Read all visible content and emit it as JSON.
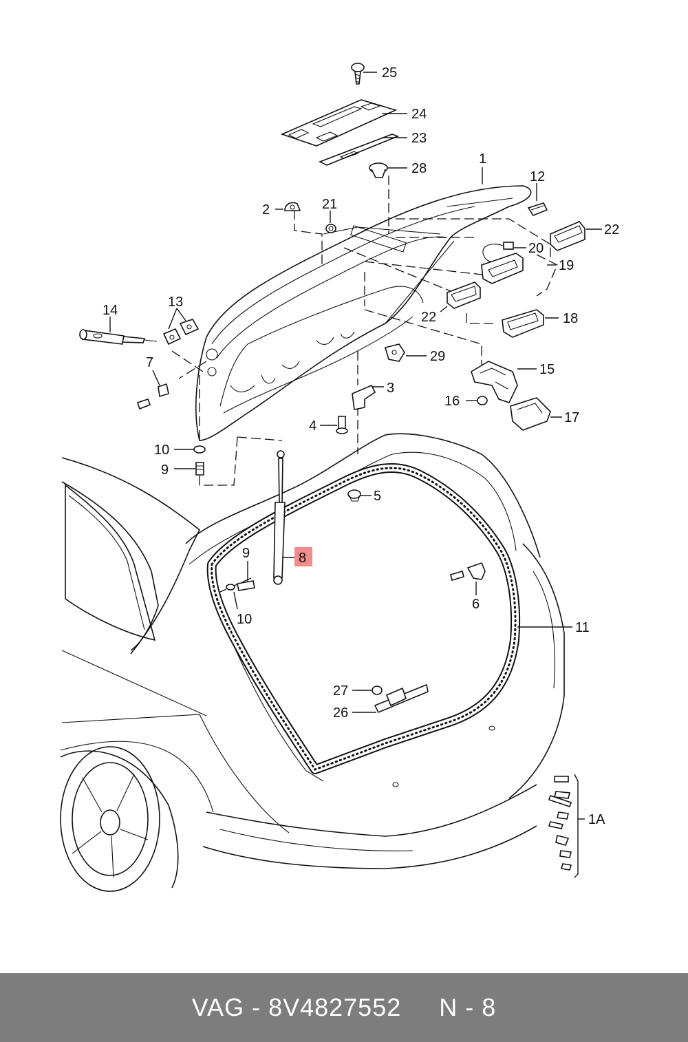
{
  "diagram": {
    "labels": {
      "l1": "1",
      "l1A": "1A",
      "l2": "2",
      "l3": "3",
      "l4": "4",
      "l5": "5",
      "l6": "6",
      "l7": "7",
      "l8": "8",
      "l9a": "9",
      "l9b": "9",
      "l10a": "10",
      "l10b": "10",
      "l11": "11",
      "l12": "12",
      "l13": "13",
      "l14": "14",
      "l15": "15",
      "l16": "16",
      "l17": "17",
      "l18": "18",
      "l19": "19",
      "l20": "20",
      "l21": "21",
      "l22a": "22",
      "l22b": "22",
      "l23": "23",
      "l24": "24",
      "l25": "25",
      "l26": "26",
      "l27": "27",
      "l28": "28",
      "l29": "29"
    },
    "highlight_color": "#f08c8c"
  },
  "footer": {
    "text": "VAG - 8V4827552     N - 8",
    "background": "#7d7d7d"
  }
}
